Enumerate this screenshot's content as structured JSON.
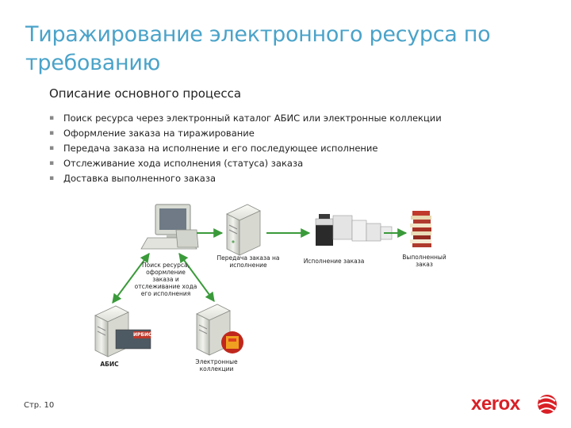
{
  "slide": {
    "title": "Тиражирование электронного ресурса по требованию",
    "section_title": "Описание основного процесса",
    "bullets": [
      "Поиск ресурса через электронный каталог АБИС или электронные коллекции",
      "Оформление заказа на тиражирование",
      "Передача заказа на исполнение и его последующее исполнение",
      "Отслеживание хода исполнения (статуса) заказа",
      "Доставка выполненного заказа"
    ],
    "page_number": "Стр. 10"
  },
  "diagram": {
    "search_label_lines": [
      "Поиск ресурса,",
      "оформление",
      "заказа и",
      "отслеживание хода",
      "его исполнения"
    ],
    "transfer_label_lines": [
      "Передача заказа на",
      "исполнение"
    ],
    "execution_label": "Исполнение заказа",
    "done_label_lines": [
      "Выполненный",
      "заказ"
    ],
    "abis_label": "АБИС",
    "irbis_badge": "ИРБИС",
    "ecollections_label_lines": [
      "Электронные",
      "коллекции"
    ]
  },
  "logo": {
    "text": "xerox",
    "brand_color": "#d91f26"
  },
  "colors": {
    "title": "#4aa3c9",
    "arrow": "#3a9a3a"
  }
}
